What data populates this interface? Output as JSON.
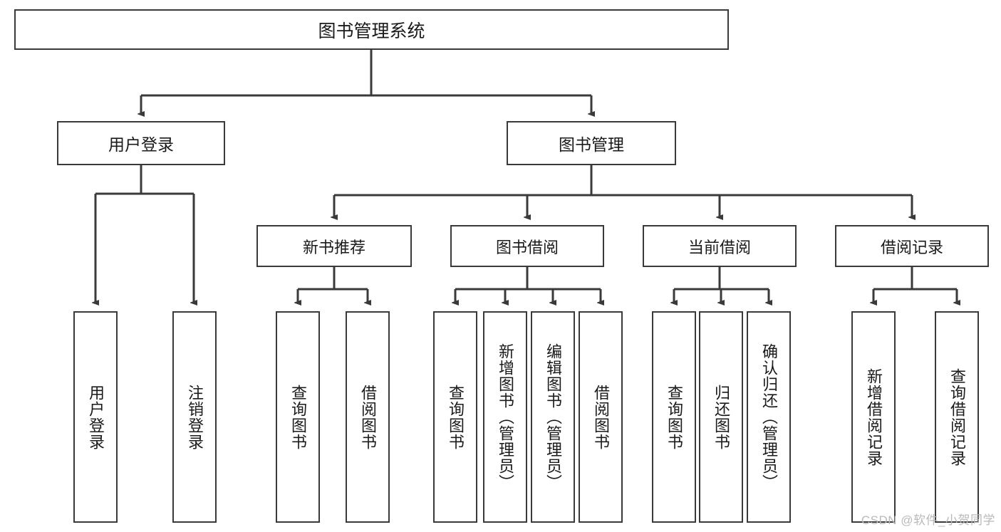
{
  "diagram": {
    "type": "tree",
    "title": "图书管理系统",
    "orientation": "top-down",
    "colors": {
      "box_border": "#3a3a3a",
      "box_fill": "#ffffff",
      "line": "#3a3a3a",
      "text": "#1a1a1a",
      "watermark": "#b9b9b9"
    }
  },
  "root": {
    "label": "图书管理系统"
  },
  "level2": [
    {
      "label": "用户登录"
    },
    {
      "label": "图书管理"
    }
  ],
  "level3": [
    {
      "label": "新书推荐"
    },
    {
      "label": "图书借阅"
    },
    {
      "label": "当前借阅"
    },
    {
      "label": "借阅记录"
    }
  ],
  "leaves": {
    "user_login": [
      {
        "label": "用户登录"
      },
      {
        "label": "注销登录"
      }
    ],
    "new_book": [
      {
        "label": "查询图书"
      },
      {
        "label": "借阅图书"
      }
    ],
    "book_borrow": [
      {
        "label": "查询图书"
      },
      {
        "label": "新增图书（管理员）"
      },
      {
        "label": "编辑图书（管理员）"
      },
      {
        "label": "借阅图书"
      }
    ],
    "current_borrow": [
      {
        "label": "查询图书"
      },
      {
        "label": "归还图书"
      },
      {
        "label": "确认归还（管理员）"
      }
    ],
    "borrow_record": [
      {
        "label": "新增借阅记录"
      },
      {
        "label": "查询借阅记录"
      }
    ]
  },
  "watermark": {
    "text": "CSDN @软件_小贺同学"
  }
}
